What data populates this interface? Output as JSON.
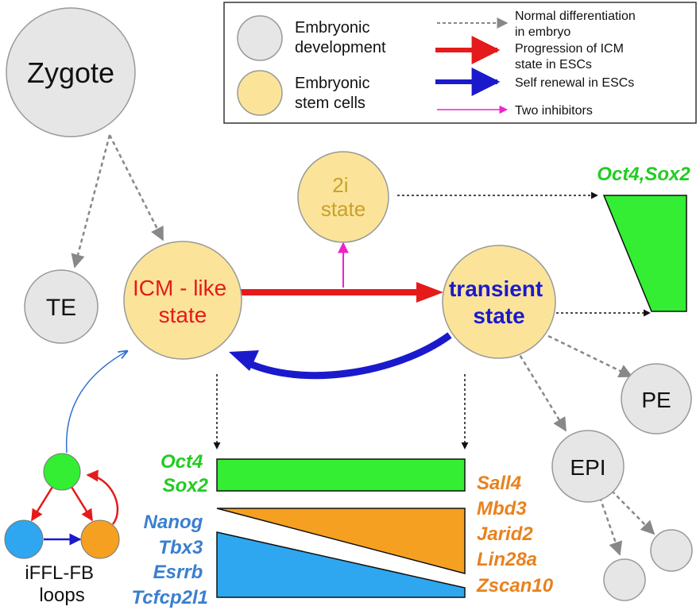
{
  "legend": {
    "items": [
      {
        "text": [
          "Embryonic",
          "development"
        ],
        "swatch": "#e6e6e6"
      },
      {
        "text": [
          "Embryonic",
          "stem cells"
        ],
        "swatch": "#fbe49a"
      }
    ],
    "arrows": [
      {
        "text": [
          "Normal differentiation",
          "in embryo"
        ],
        "style": "gray-dashed"
      },
      {
        "text": [
          "Progression of ICM",
          "state in ESCs"
        ],
        "style": "red"
      },
      {
        "text": [
          "Self renewal in ESCs"
        ],
        "style": "blue"
      },
      {
        "text": [
          "Two inhibitors"
        ],
        "style": "magenta"
      }
    ]
  },
  "nodes": {
    "zygote": "Zygote",
    "te": "TE",
    "icm": [
      "ICM - like",
      "state"
    ],
    "two_i": [
      "2i",
      "state"
    ],
    "transient": [
      "transient",
      "state"
    ],
    "pe": "PE",
    "epi": "EPI"
  },
  "genes": {
    "oct4_sox2_top": "Oct4,Sox2",
    "green_left": [
      "Oct4",
      "Sox2"
    ],
    "blue_left": [
      "Nanog",
      "Tbx3",
      "Esrrb",
      "Tcfcp2l1"
    ],
    "orange_right": [
      "Sall4",
      "Mbd3",
      "Jarid2",
      "Lin28a",
      "Zscan10"
    ]
  },
  "loop_label": [
    "iFFL-FB",
    "loops"
  ],
  "colors": {
    "gray_node": "#e6e6e6",
    "stem_node": "#fbe49a",
    "green": "#33ee33",
    "orange": "#f6a022",
    "blue": "#2ea7f0",
    "red": "#e51a1a",
    "navy": "#1a1acc",
    "magenta": "#ee22cc",
    "green_text": "#22cc22",
    "blue_text": "#3a7fd0",
    "orange_text": "#e8821e",
    "tan_text": "#c9a02a"
  }
}
